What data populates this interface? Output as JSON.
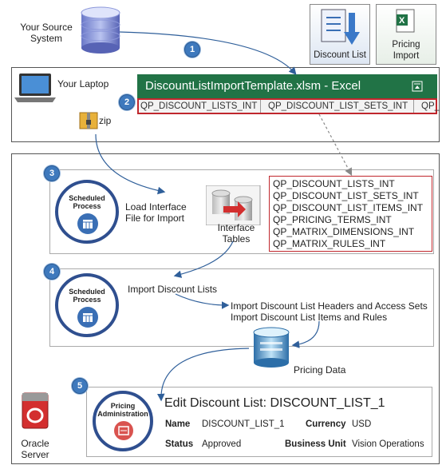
{
  "source": {
    "label_line1": "Your Source",
    "label_line2": "System"
  },
  "top_icons": {
    "discount_list": "Discount List",
    "pricing_import_line1": "Pricing",
    "pricing_import_line2": "Import"
  },
  "laptop": {
    "label": "Your Laptop",
    "zip_label": "zip"
  },
  "excel": {
    "title": "DiscountListImportTemplate.xlsm - Excel",
    "tabs": [
      "QP_DISCOUNT_LISTS_INT",
      "QP_DISCOUNT_LIST_SETS_INT",
      "QP_"
    ]
  },
  "steps": [
    "1",
    "2",
    "3",
    "4",
    "5"
  ],
  "step3": {
    "process_label_line1": "Scheduled",
    "process_label_line2": "Process",
    "action_line1": "Load Interface",
    "action_line2": "File for Import",
    "interface_line1": "Interface",
    "interface_line2": "Tables",
    "tables": [
      "QP_DISCOUNT_LISTS_INT",
      "QP_DISCOUNT_LIST_SETS_INT",
      "QP_DISCOUNT_LIST_ITEMS_INT",
      "QP_PRICING_TERMS_INT",
      "QP_MATRIX_DIMENSIONS_INT",
      "QP_MATRIX_RULES_INT"
    ]
  },
  "step4": {
    "process_label_line1": "Scheduled",
    "process_label_line2": "Process",
    "action": "Import Discount Lists",
    "sub1": "Import Discount List Headers and Access Sets",
    "sub2": "Import Discount List Items and Rules"
  },
  "pricing_data": "Pricing Data",
  "step5": {
    "admin_line1": "Pricing",
    "admin_line2": "Administration",
    "title": "Edit Discount List: DISCOUNT_LIST_1",
    "name_label": "Name",
    "name_value": "DISCOUNT_LIST_1",
    "currency_label": "Currency",
    "currency_value": "USD",
    "status_label": "Status",
    "status_value": "Approved",
    "bu_label": "Business Unit",
    "bu_value": "Vision Operations"
  },
  "server": {
    "line1": "Oracle",
    "line2": "Server"
  },
  "colors": {
    "excel_green": "#217346",
    "accent_blue": "#3e79bd",
    "highlight_red": "#c0272d",
    "oracle_red": "#d32f2f"
  }
}
